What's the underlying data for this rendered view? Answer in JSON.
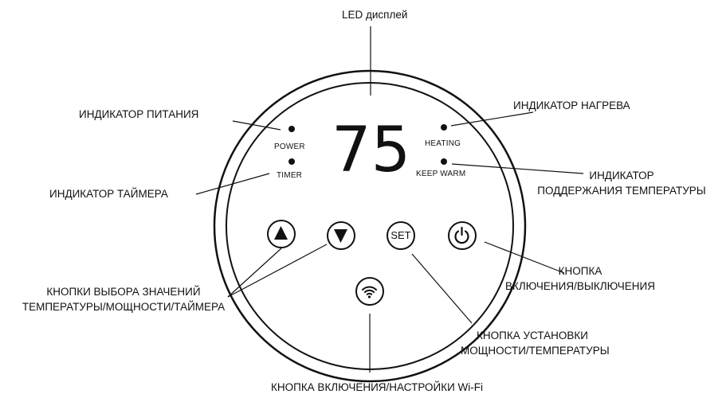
{
  "display": {
    "value": "75"
  },
  "indicators": {
    "power": "POWER",
    "timer": "TIMER",
    "heating": "HEATING",
    "keep_warm": "KEEP WARM"
  },
  "buttons": {
    "up_icon": "triangle-up-icon",
    "down_icon": "triangle-down-icon",
    "set_label": "SET",
    "power_icon": "power-icon",
    "wifi_icon": "wifi-icon"
  },
  "callouts": {
    "led_display": "LED дисплей",
    "power_indicator": "ИНДИКАТОР ПИТАНИЯ",
    "timer_indicator": "ИНДИКАТОР ТАЙМЕРА",
    "heating_indicator": "ИНДИКАТОР НАГРЕВА",
    "keep_warm_indicator": [
      "ИНДИКАТОР",
      "ПОДДЕРЖАНИЯ ТЕМПЕРАТУРЫ"
    ],
    "on_off_button": [
      "КНОПКА",
      "ВКЛЮЧЕНИЯ/ВЫКЛЮЧЕНИЯ"
    ],
    "value_buttons": [
      "КНОПКИ ВЫБОРА ЗНАЧЕНИЙ",
      "ТЕМПЕРАТУРЫ/МОЩНОСТИ/ТАЙМЕРА"
    ],
    "set_button": [
      "КНОПКА УСТАНОВКИ",
      "МОЩНОСТИ/ТЕМПЕРАТУРЫ"
    ],
    "wifi_button": "КНОПКА ВКЛЮЧЕНИЯ/НАСТРОЙКИ Wi-Fi"
  },
  "colors": {
    "ink": "#111111",
    "background": "#ffffff"
  }
}
